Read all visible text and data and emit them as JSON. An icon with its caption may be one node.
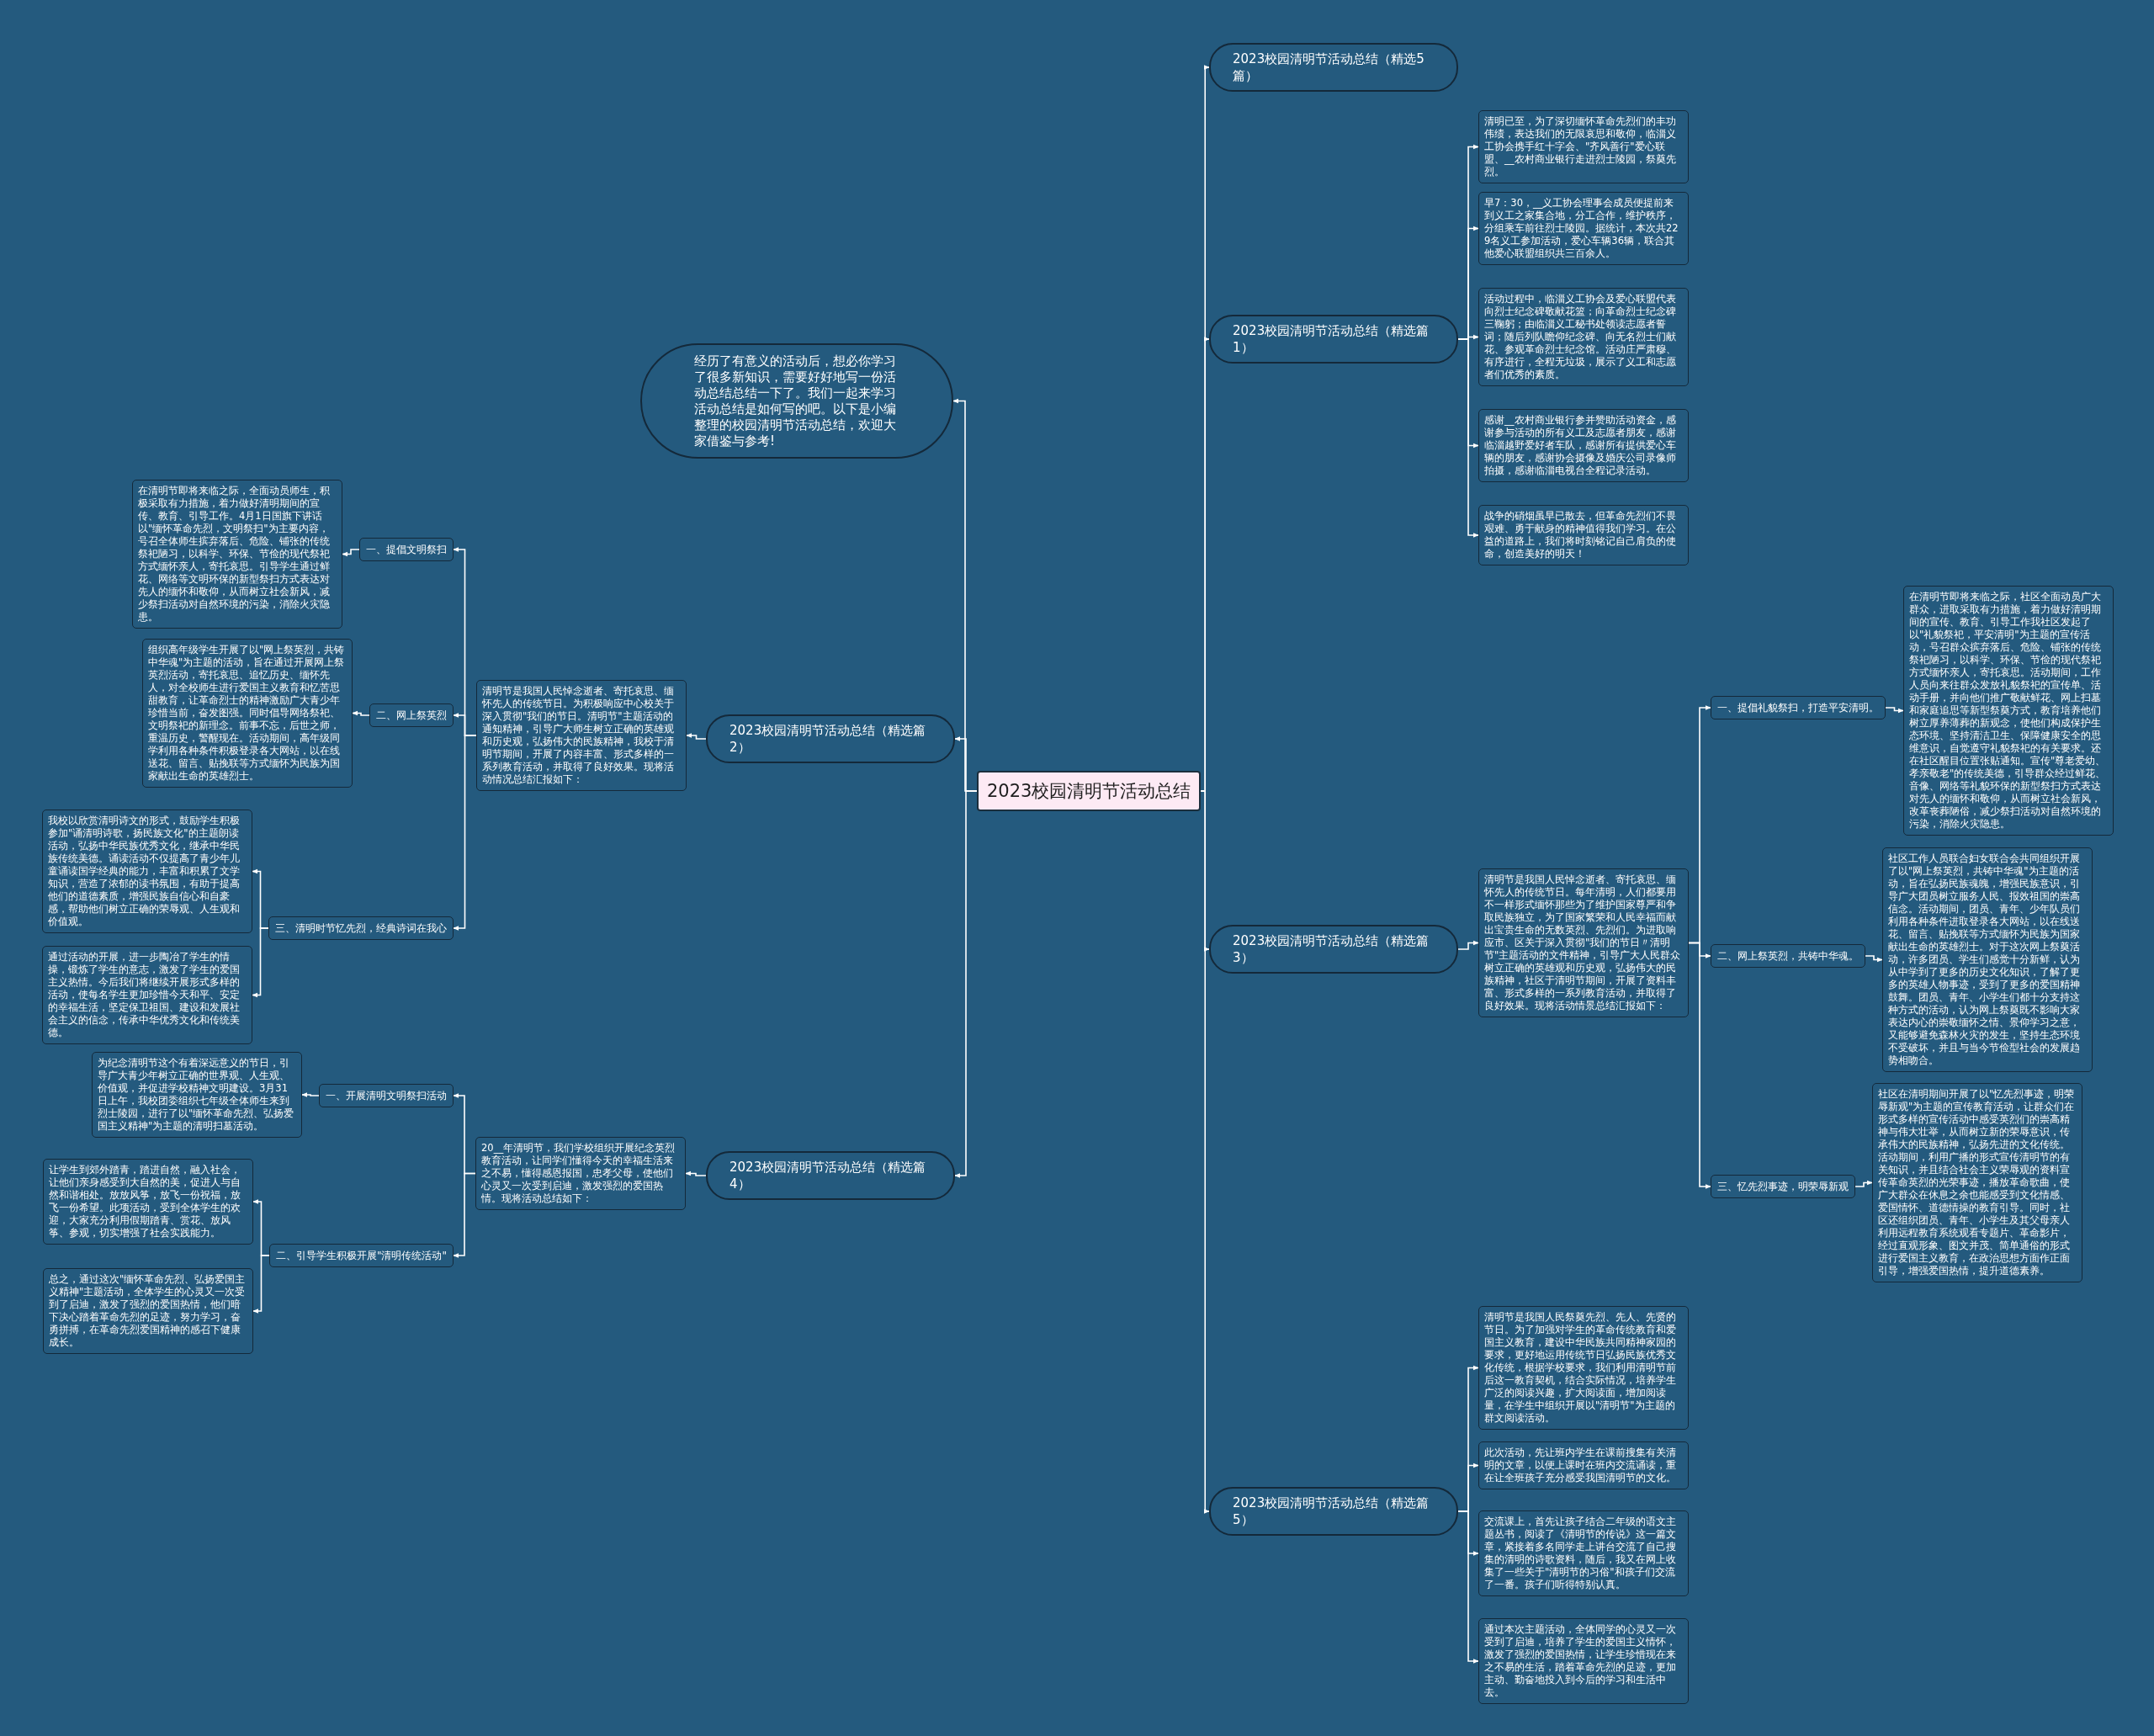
{
  "diagram": {
    "nodes": [
      {
        "text": [
          "2023校园清明节活动总结"
        ]
      },
      {
        "text": [
          "2023校园清明节活动总结（精选5篇）"
        ]
      },
      {
        "text": [
          "2023校园清明节活动总结（精选篇1）"
        ]
      },
      {
        "text": [
          "清明已至，为了深切缅怀革命先烈们的丰功伟绩，表达我们的无限哀思和敬仰，临淄义工协会携手红十字会、\"齐风善行\"爱心联盟、__农村商业银行走进烈士陵园，祭奠先烈。"
        ]
      },
      {
        "text": [
          "早7：30，__义工协会理事会成员便提前来到义工之家集合地，分工合作，维护秩序，分组乘车前往烈士陵园。据统计，本次共229名义工参加活动，爱心车辆36辆，联合其他爱心联盟组织共三百余人。"
        ]
      },
      {
        "text": [
          "活动过程中，临淄义工协会及爱心联盟代表向烈士纪念碑敬献花篮；向革命烈士纪念碑三鞠躬；由临淄义工秘书处领读志愿者誓词；随后列队瞻仰纪念碑、向无名烈士们献花、参观革命烈士纪念馆。活动庄严肃穆、有序进行，全程无垃圾，展示了义工和志愿者们优秀的素质。"
        ]
      },
      {
        "text": [
          "感谢__农村商业银行参并赞助活动资金，感谢参与活动的所有义工及志愿者朋友，感谢临淄越野爱好者车队，感谢所有提供爱心车辆的朋友，感谢协会摄像及婚庆公司录像师拍摄，感谢临淄电视台全程记录活动。"
        ]
      },
      {
        "text": [
          "战争的硝烟虽早已散去，但革命先烈们不畏艰难、勇于献身的精神值得我们学习。在公益的道路上，我们将时刻铭记自己肩负的使命，创造美好的明天！"
        ]
      },
      {
        "text": [
          "经历了有意义的活动后，想必你学习了很多新知识，需要好好地写一份活动总结总结一下了。我们一起来学习活动总结是如何写的吧。以下是小编整理的校园清明节活动总结，欢迎大家借鉴与参考!"
        ]
      },
      {
        "text": [
          "2023校园清明节活动总结（精选篇2）"
        ]
      },
      {
        "text": [
          "清明节是我国人民悼念逝者、寄托哀思、缅怀先人的传统节日。为积极响应中心校关于深入贯彻\"我们的节日。清明节\"主题活动的通知精神，引导广大师生树立正确的英雄观和历史观，弘扬伟大的民族精神，我校于清明节期间，开展了内容丰富、形式多样的一系列教育活动，并取得了良好效果。现将活动情况总结汇报如下："
        ]
      },
      {
        "text": [
          "一、提倡文明祭扫"
        ]
      },
      {
        "text": [
          "在清明节即将来临之际，全面动员师生，积极采取有力措施，着力做好清明期间的宣传、教育、引导工作。4月1日国旗下讲话以\"缅怀革命先烈，文明祭扫\"为主要内容，号召全体师生摈弃落后、危险、铺张的传统祭祀陋习，以科学、环保、节俭的现代祭祀方式缅怀亲人，寄托哀思。引导学生通过鲜花、网络等文明环保的新型祭扫方式表达对先人的缅怀和敬仰，从而树立社会新风，减少祭扫活动对自然环境的污染，消除火灾隐患。"
        ]
      },
      {
        "text": [
          "二、网上祭英烈"
        ]
      },
      {
        "text": [
          "组织高年级学生开展了以\"网上祭英烈，共铸中华魂\"为主题的活动，旨在通过开展网上祭英烈活动，寄托哀思、追忆历史、缅怀先人，对全校师生进行爱国主义教育和忆苦思甜教育，让革命烈士的精神激励广大青少年珍惜当前，奋发图强。同时倡导网络祭祀、文明祭祀的新理念。前事不忘，后世之师，重温历史，警醒现在。活动期间，高年级同学利用各种条件积极登录各大网站，以在线送花、留言、贴挽联等方式缅怀为民族为国家献出生命的英雄烈士。"
        ]
      },
      {
        "text": [
          "三、清明时节忆先烈，经典诗词在我心"
        ]
      },
      {
        "text": [
          "我校以欣赏清明诗文的形式，鼓励学生积极参加\"诵清明诗歌，扬民族文化\"的主题朗读活动，弘扬中华民族优秀文化，继承中华民族传统美德。诵读活动不仅提高了青少年儿童诵读国学经典的能力，丰富和积累了文学知识，营造了浓郁的读书氛围，有助于提高他们的道德素质，增强民族自信心和自豪感，帮助他们树立正确的荣辱观、人生观和价值观。"
        ]
      },
      {
        "text": [
          "通过活动的开展，进一步陶冶了学生的情操，锻炼了学生的意志，激发了学生的爱国主义热情。今后我们将继续开展形式多样的活动，使每名学生更加珍惜今天和平、安定的幸福生活，坚定保卫祖国、建设和发展社会主义的信念，传承中华优秀文化和传统美德。"
        ]
      },
      {
        "text": [
          "2023校园清明节活动总结（精选篇3）"
        ]
      },
      {
        "text": [
          "清明节是我国人民悼念逝者、寄托哀思、缅怀先人的传统节日。每年清明，人们都要用不一样形式缅怀那些为了维护国家尊严和争取民族独立，为了国家繁荣和人民幸福而献出宝贵生命的无数英烈、先烈们。为进取响应市、区关于深入贯彻\"我们的节日〃清明节\"主题活动的文件精神，引导广大人民群众树立正确的英雄观和历史观，弘扬伟大的民族精神，社区于清明节期间，开展了资料丰富、形式多样的一系列教育活动，并取得了良好效果。现将活动情景总结汇报如下："
        ]
      },
      {
        "text": [
          "一、提倡礼貌祭扫，打造平安清明。"
        ]
      },
      {
        "text": [
          "在清明节即将来临之际，社区全面动员广大群众，进取采取有力措施，着力做好清明期间的宣传、教育、引导工作我社区发起了以\"礼貌祭祀，平安清明\"为主题的宣传活动，号召群众摈弃落后、危险、铺张的传统祭祀陋习，以科学、环保、节俭的现代祭祀方式缅怀亲人，寄托哀思。活动期间，工作人员向来往群众发放礼貌祭祀的宣传单、活动手册，并向他们推广敬献鲜花、网上扫墓和家庭追思等新型祭奠方式，教育培养他们树立厚养薄葬的新观念，使他们构成保护生态环境、坚持清洁卫生、保障健康安全的思维意识，自觉遵守礼貌祭祀的有关要求。还在社区醒目位置张贴通知。宣传\"尊老爱幼、孝亲敬老\"的传统美德，引导群众经过鲜花、音像、网络等礼貌环保的新型祭扫方式表达对先人的缅怀和敬仰，从而树立社会新风，改革丧葬陋俗，减少祭扫活动对自然环境的污染，消除火灾隐患。"
        ]
      },
      {
        "text": [
          "二、网上祭英烈，共铸中华魂。"
        ]
      },
      {
        "text": [
          "社区工作人员联合妇女联合会共同组织开展了以\"网上祭英烈，共铸中华魂\"为主题的活动，旨在弘扬民族魂魄，增强民族意识，引导广大团员树立服务人民、报效祖国的崇高信念。活动期间，团员、青年、少年队员们利用各种条件进取登录各大网站，以在线送花、留言、贴挽联等方式缅怀为民族为国家献出生命的英雄烈士。对于这次网上祭奠活动，许多团员、学生们感觉十分新鲜，认为从中学到了更多的历史文化知识，了解了更多的英雄人物事迹，受到了更多的爱国精神鼓舞。团员、青年、小学生们都十分支持这种方式的活动，认为网上祭奠既不影响大家表达内心的崇敬缅怀之情、景仰学习之意，又能够避免森林火灾的发生，坚持生态环境不受破坏，并且与当今节俭型社会的发展趋势相吻合。"
        ]
      },
      {
        "text": [
          "三、忆先烈事迹，明荣辱新观"
        ]
      },
      {
        "text": [
          "社区在清明期间开展了以\"忆先烈事迹，明荣辱新观\"为主题的宣传教育活动，让群众们在形式多样的宣传活动中感受英烈们的崇高精神与伟大壮举，从而树立新的荣辱意识，传承伟大的民族精神，弘扬先进的文化传统。活动期间，利用广播的形式宣传清明节的有关知识，并且结合社会主义荣辱观的资料宣传革命英烈的光荣事迹，播放革命歌曲，使广大群众在休息之余也能感受到文化情感、爱国情怀、道德情操的教育引导。同时，社区还组织团员、青年、小学生及其父母亲人利用远程教育系统观看专题片、革命影片，经过直观形象、图文并茂、简单通俗的形式进行爱国主义教育，在政治思想方面作正面引导，增强爱国热情，提升道德素养。"
        ]
      },
      {
        "text": [
          "2023校园清明节活动总结（精选篇4）"
        ]
      },
      {
        "text": [
          "20__年清明节，我们学校组织开展纪念英烈教育活动，让同学们懂得今天的幸福生活来之不易，懂得感恩报国，忠孝父母，使他们心灵又一次受到启迪，激发强烈的爱国热情。现将活动总结如下："
        ]
      },
      {
        "text": [
          "一、开展清明文明祭扫活动"
        ]
      },
      {
        "text": [
          "为纪念清明节这个有着深远意义的节日，引导广大青少年树立正确的世界观、人生观、价值观，并促进学校精神文明建设。3月31日上午，我校团委组织七年级全体师生来到烈士陵园，进行了以\"缅怀革命先烈、弘扬爱国主义精神\"为主题的清明扫墓活动。"
        ]
      },
      {
        "text": [
          "二、引导学生积极开展\"清明传统活动\""
        ]
      },
      {
        "text": [
          "让学生到郊外踏青，踏进自然，融入社会，让他们亲身感受到大自然的美，促进人与自然和谐相处。放放风筝，放飞一份祝福，放飞一份希望。此项活动，受到全体学生的欢迎，大家充分利用假期踏青、赏花、放风筝、参观，切实增强了社会实践能力。"
        ]
      },
      {
        "text": [
          "总之，通过这次\"缅怀革命先烈、弘扬爱国主义精神\"主题活动，全体学生的心灵又一次受到了启迪，激发了强烈的爱国热情，他们暗下决心踏着革命先烈的足迹，努力学习，奋勇拼搏，在革命先烈爱国精神的感召下健康成长。"
        ]
      },
      {
        "text": [
          "2023校园清明节活动总结（精选篇5）"
        ]
      },
      {
        "text": [
          "清明节是我国人民祭奠先烈、先人、先贤的节日。为了加强对学生的革命传统教育和爱国主义教育，建设中华民族共同精神家园的要求，更好地运用传统节日弘扬民族优秀文化传统，根据学校要求，我们利用清明节前后这一教育契机，结合实际情况，培养学生广泛的阅读兴趣，扩大阅读面，增加阅读量，在学生中组织开展以\"清明节\"为主题的群文阅读活动。"
        ]
      },
      {
        "text": [
          "此次活动，先让班内学生在课前搜集有关清明的文章，以便上课时在班内交流诵读，重在让全班孩子充分感受我国清明节的文化。"
        ]
      },
      {
        "text": [
          "交流课上，首先让孩子结合二年级的语文主题丛书，阅读了《清明节的传说》这一篇文章，紧接着多名同学走上讲台交流了自己搜集的清明的诗歌资料，随后，我又在网上收集了一些关于\"清明节的习俗\"和孩子们交流了一番。孩子们听得特别认真。"
        ]
      },
      {
        "text": [
          "通过本次主题活动，全体同学的心灵又一次受到了启迪，培养了学生的爱国主义情怀，激发了强烈的爱国热情，让学生珍惜现在来之不易的生活，踏着革命先烈的足迹，更加主动、勤奋地投入到今后的学习和生活中去。"
        ]
      }
    ],
    "edges": [
      {
        "from": 0,
        "to": 1,
        "arrow": "to"
      },
      {
        "from": 0,
        "to": 2,
        "arrow": "to"
      },
      {
        "from": 0,
        "to": 18,
        "arrow": "to"
      },
      {
        "from": 0,
        "to": 33,
        "arrow": "to"
      },
      {
        "from": 0,
        "to": 8,
        "arrow": "to"
      },
      {
        "from": 0,
        "to": 9,
        "arrow": "to"
      },
      {
        "from": 0,
        "to": 26,
        "arrow": "to"
      },
      {
        "from": 2,
        "to": 3,
        "arrow": "to"
      },
      {
        "from": 2,
        "to": 4,
        "arrow": "to"
      },
      {
        "from": 2,
        "to": 5,
        "arrow": "to"
      },
      {
        "from": 2,
        "to": 6,
        "arrow": "to"
      },
      {
        "from": 2,
        "to": 7,
        "arrow": "to"
      },
      {
        "from": 9,
        "to": 10,
        "arrow": "to"
      },
      {
        "from": 10,
        "to": 11,
        "arrow": "to"
      },
      {
        "from": 11,
        "to": 12,
        "arrow": "to"
      },
      {
        "from": 10,
        "to": 13,
        "arrow": "to"
      },
      {
        "from": 13,
        "to": 14,
        "arrow": "to"
      },
      {
        "from": 10,
        "to": 15,
        "arrow": "to"
      },
      {
        "from": 15,
        "to": 16,
        "arrow": "to"
      },
      {
        "from": 15,
        "to": 17,
        "arrow": "to"
      },
      {
        "from": 18,
        "to": 19,
        "arrow": "to"
      },
      {
        "from": 19,
        "to": 20,
        "arrow": "to"
      },
      {
        "from": 20,
        "to": 21,
        "arrow": "to"
      },
      {
        "from": 19,
        "to": 22,
        "arrow": "to"
      },
      {
        "from": 22,
        "to": 23,
        "arrow": "to"
      },
      {
        "from": 19,
        "to": 24,
        "arrow": "to"
      },
      {
        "from": 24,
        "to": 25,
        "arrow": "to"
      },
      {
        "from": 26,
        "to": 27,
        "arrow": "to"
      },
      {
        "from": 27,
        "to": 28,
        "arrow": "to"
      },
      {
        "from": 28,
        "to": 29,
        "arrow": "to"
      },
      {
        "from": 27,
        "to": 30,
        "arrow": "to"
      },
      {
        "from": 30,
        "to": 31,
        "arrow": "to"
      },
      {
        "from": 30,
        "to": 32,
        "arrow": "to"
      },
      {
        "from": 33,
        "to": 34,
        "arrow": "to"
      },
      {
        "from": 33,
        "to": 35,
        "arrow": "to"
      },
      {
        "from": 33,
        "to": 36,
        "arrow": "to"
      },
      {
        "from": 33,
        "to": 37,
        "arrow": "to"
      }
    ]
  }
}
